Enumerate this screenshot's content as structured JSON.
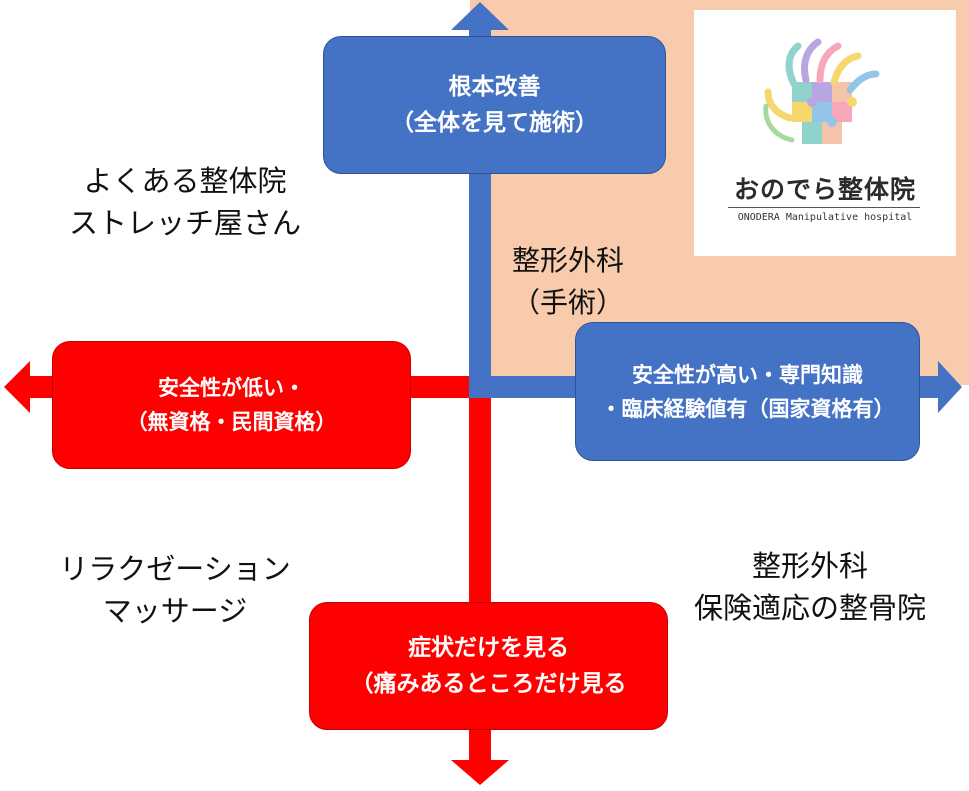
{
  "colors": {
    "quadrant_highlight": "#f8cbad",
    "positive_axis": "#4472c4",
    "negative_axis": "#ff0000",
    "label_text": "#111111"
  },
  "axes": {
    "top": {
      "lines": [
        "根本改善",
        "（全体を見て施術）"
      ]
    },
    "right": {
      "lines": [
        "安全性が高い・専門知識",
        "・臨床経験値有（国家資格有）"
      ]
    },
    "left": {
      "lines": [
        "安全性が低い・",
        "（無資格・民間資格）"
      ]
    },
    "bottom": {
      "lines": [
        "症状だけを見る",
        "（痛みあるところだけ見る"
      ]
    }
  },
  "quadrants": {
    "top_left": {
      "lines": [
        "よくある整体院",
        "ストレッチ屋さん"
      ]
    },
    "top_right_label": {
      "lines": [
        "整形外科",
        "（手術）"
      ]
    },
    "bottom_left": {
      "lines": [
        "リラクゼーション",
        "マッサージ"
      ]
    },
    "bottom_right": {
      "lines": [
        "整形外科",
        "保険適応の整骨院"
      ]
    }
  },
  "logo": {
    "name": "おのでら整体院",
    "subtitle": "ONODERA Manipulative hospital",
    "icon": "puzzle-hand-icon"
  }
}
